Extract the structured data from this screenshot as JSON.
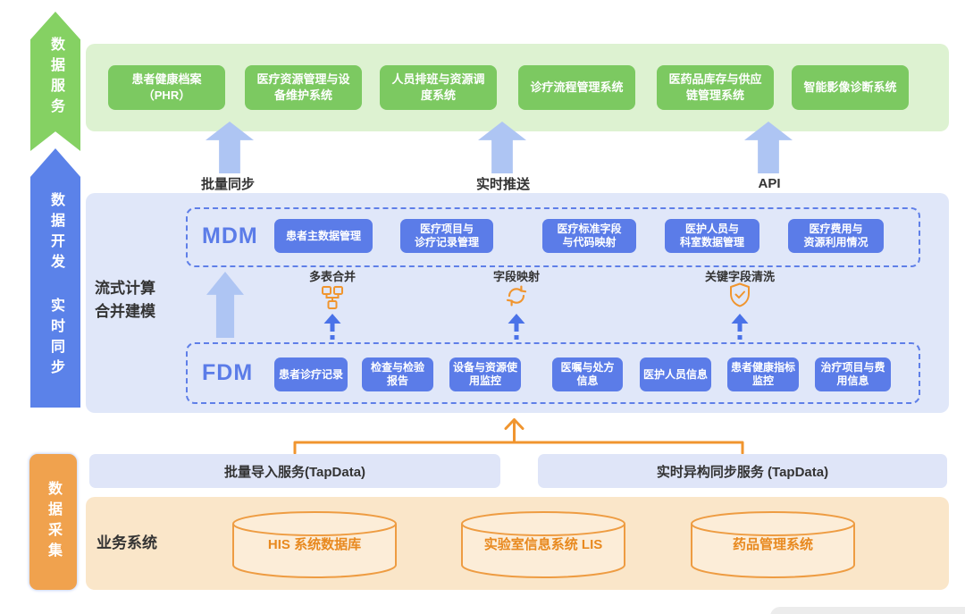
{
  "rails": {
    "service": "数据服务",
    "develop_top": "数据开发",
    "develop_bottom": "实时同步",
    "collect": "数据采集"
  },
  "service_layer": {
    "systems": [
      "患者健康档案\n（PHR）",
      "医疗资源管理与设\n备维护系统",
      "人员排班与资源调\n度系统",
      "诊疗流程管理系统",
      "医药品库存与供应\n链管理系统",
      "智能影像诊断系统"
    ],
    "sync_labels": [
      "批量同步",
      "实时推送",
      "API"
    ]
  },
  "develop_layer": {
    "title": "流式计算\n合并建模",
    "mdm": {
      "title": "MDM",
      "modules": [
        "患者主数据管理",
        "医疗项目与\n诊疗记录管理",
        "医疗标准字段\n与代码映射",
        "医护人员与\n科室数据管理",
        "医疗费用与\n资源利用情况"
      ]
    },
    "transforms": [
      "多表合并",
      "字段映射",
      "关键字段清洗"
    ],
    "fdm": {
      "title": "FDM",
      "modules": [
        "患者诊疗记录",
        "检查与检验\n报告",
        "设备与资源使\n用监控",
        "医嘱与处方\n信息",
        "医护人员信息",
        "患者健康指标\n监控",
        "治疗项目与费\n用信息"
      ]
    }
  },
  "ingest_layer": {
    "services": [
      "批量导入服务(TapData)",
      "实时异构同步服务 (TapData)"
    ]
  },
  "source_layer": {
    "title": "业务系统",
    "databases": [
      "HIS 系统数据库",
      "实验室信息系统 LIS",
      "药品管理系统"
    ]
  },
  "colors": {
    "green_box": "#7cc961",
    "green_band": "#ddf2d1",
    "blue_box": "#5b7ce8",
    "blue_band": "#e0e7f9",
    "light_arrow": "#aec5f3",
    "orange": "#f0952f",
    "orange_band": "#fae6c9",
    "text_dark": "#333333"
  }
}
